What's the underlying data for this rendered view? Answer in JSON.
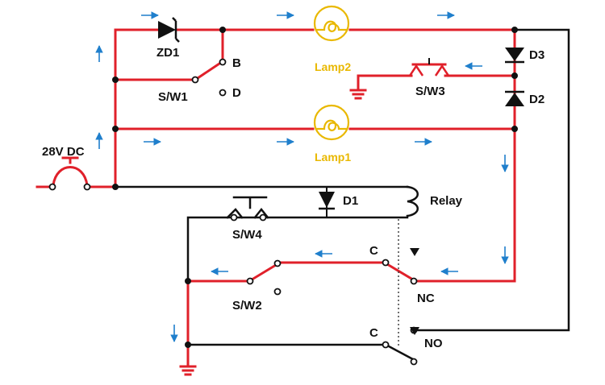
{
  "labels": {
    "zd1": "ZD1",
    "lamp2": "Lamp2",
    "lamp1": "Lamp1",
    "b": "B",
    "d": "D",
    "sw1": "S/W1",
    "sw3": "S/W3",
    "d3": "D3",
    "d2": "D2",
    "d1": "D1",
    "source": "28V DC",
    "relay": "Relay",
    "sw4": "S/W4",
    "sw2": "S/W2",
    "c_upper": "C",
    "c_lower": "C",
    "nc": "NC",
    "no": "NO"
  },
  "colors": {
    "energized_wire": "#e0202a",
    "plain_wire": "#111111",
    "lamp": "#e9b800",
    "current_arrow": "#1f7fcc"
  }
}
